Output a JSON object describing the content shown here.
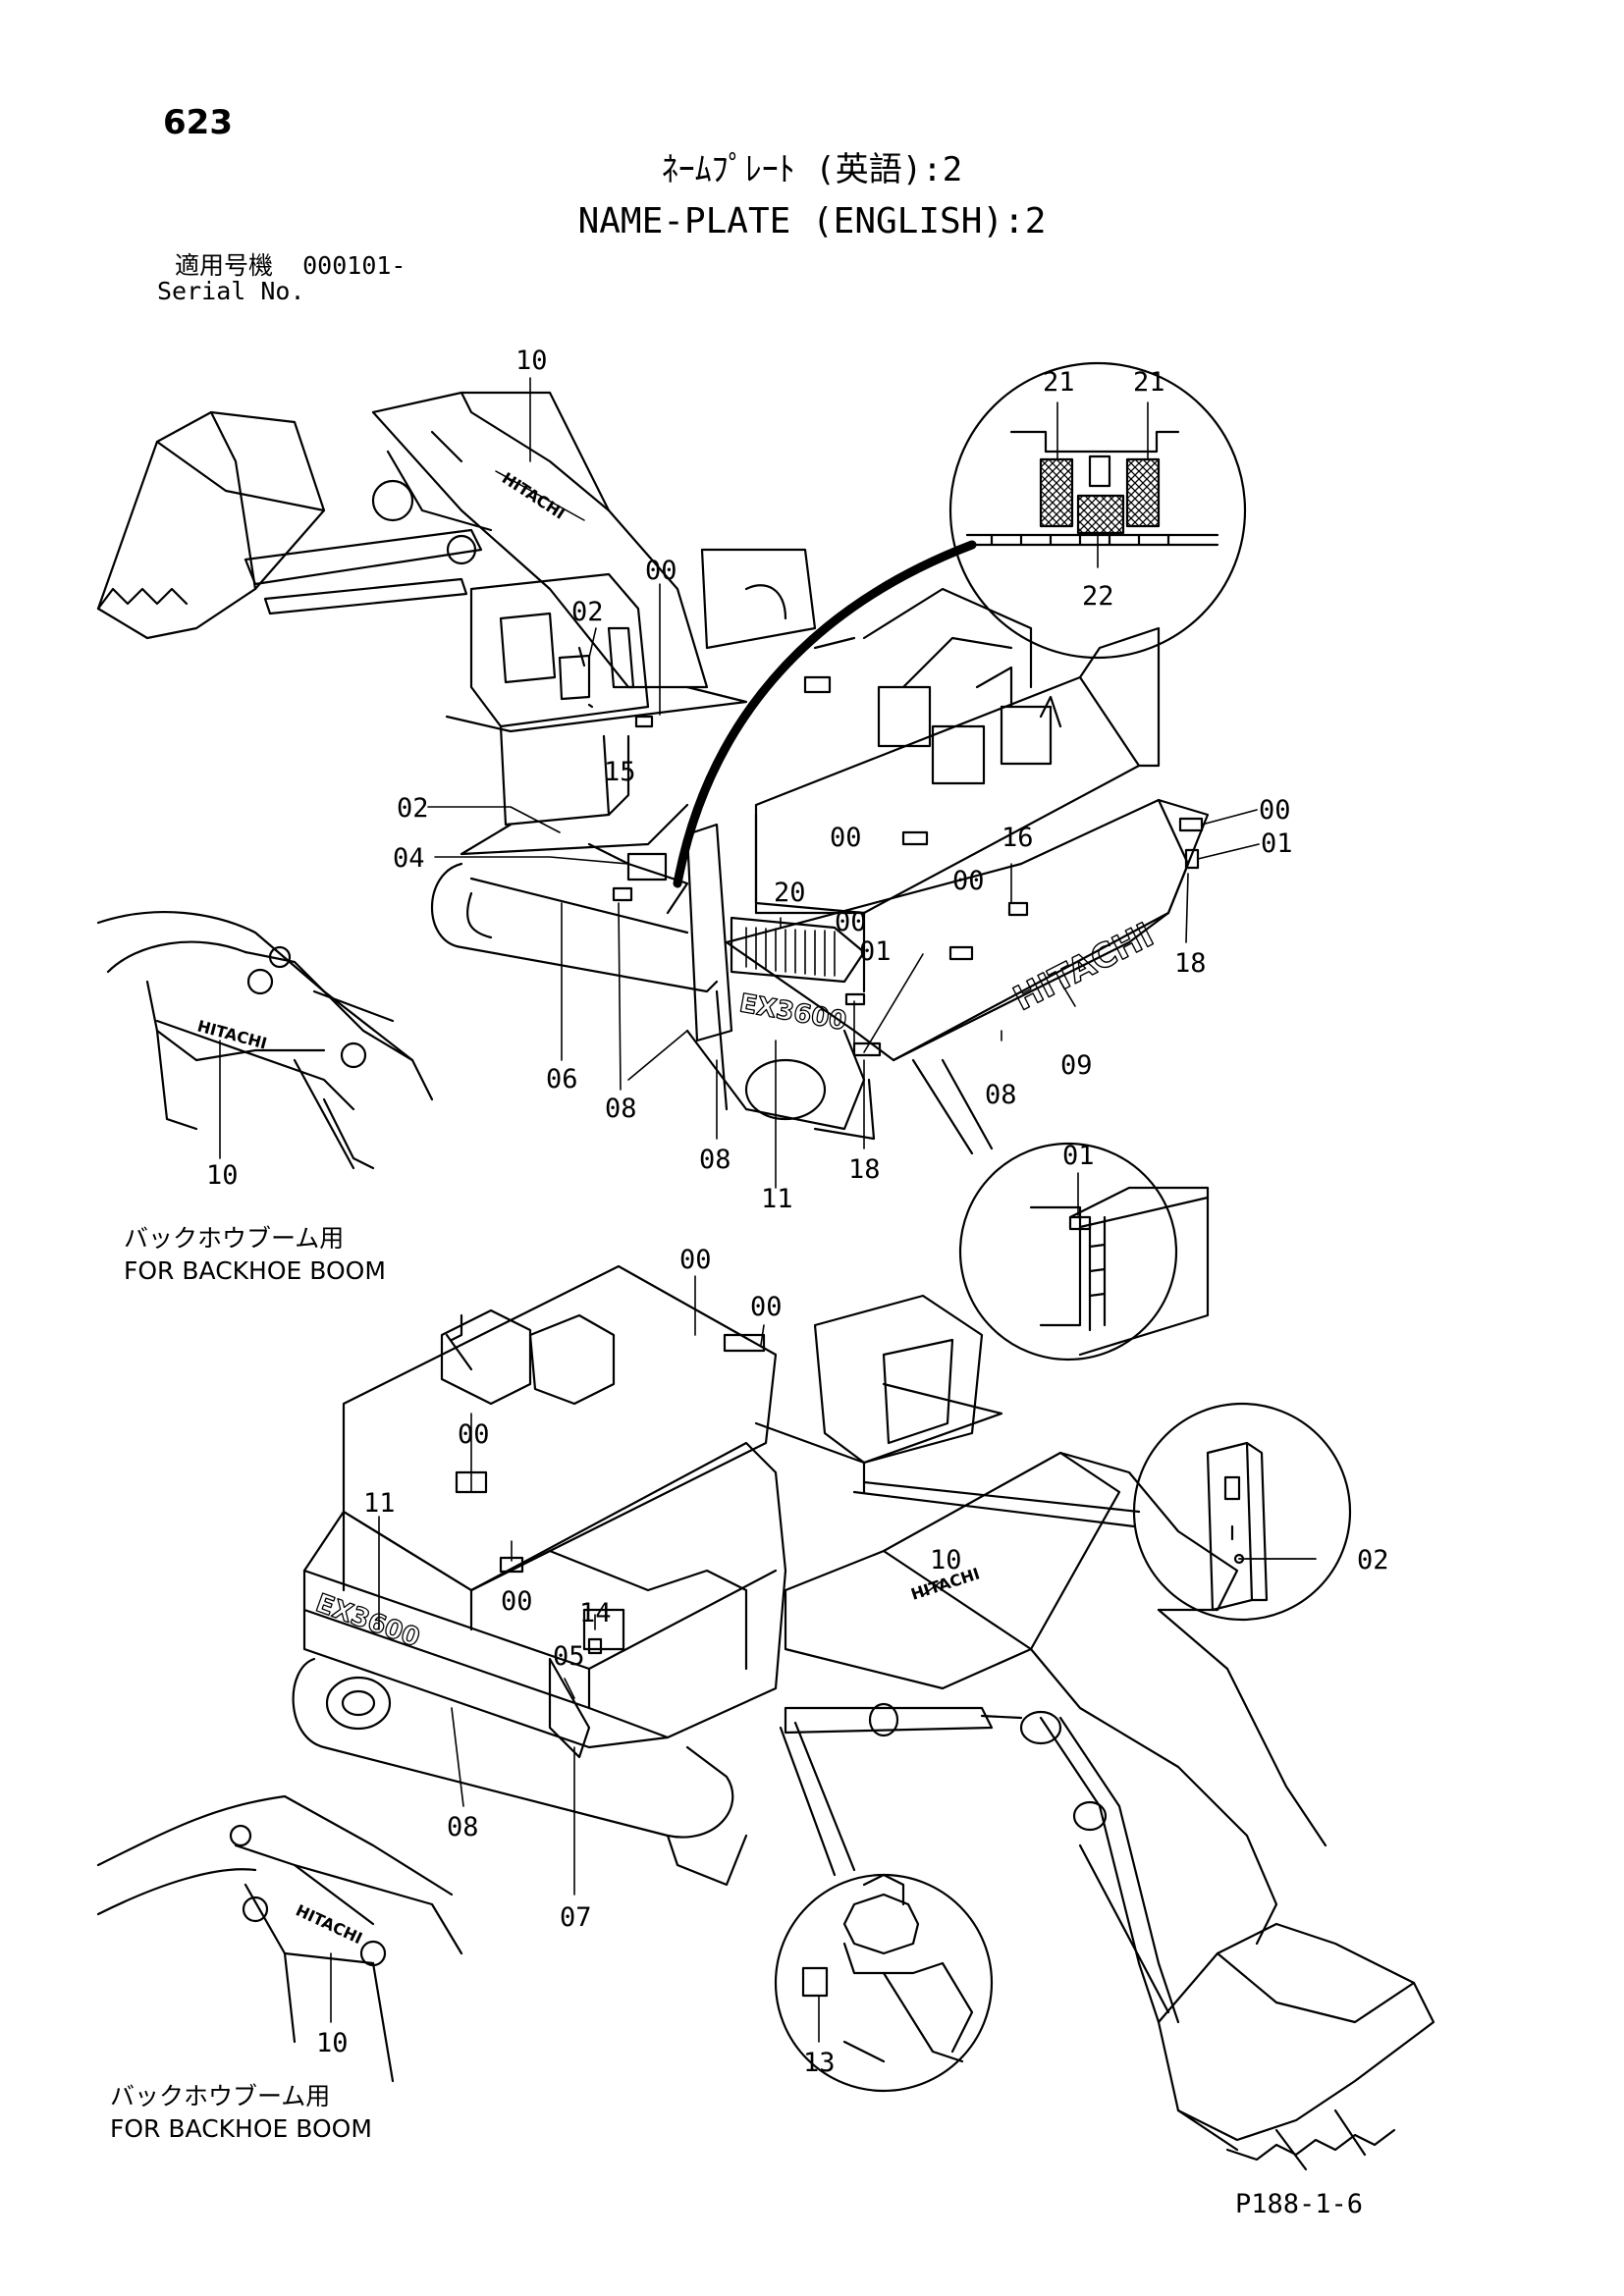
{
  "header": {
    "page_number": "623",
    "title_jp": "ﾈｰﾑﾌﾟﾚｰﾄ (英語):2",
    "title_en": "NAME-PLATE (ENGLISH):2",
    "serial_label_jp": "適用号機",
    "serial_value": "000101-",
    "serial_label_en": "Serial No."
  },
  "captions": {
    "backhoe_1_jp": "バックホウブーム用",
    "backhoe_1_en": "FOR BACKHOE BOOM",
    "backhoe_2_jp": "バックホウブーム用",
    "backhoe_2_en": "FOR BACKHOE BOOM"
  },
  "brand": {
    "decal_text": "HITACHI",
    "model_text": "EX3600"
  },
  "callouts": {
    "c_10_top": "10",
    "c_21_left": "21",
    "c_21_right": "21",
    "c_22": "22",
    "c_00_cab": "00",
    "c_02_cab": "02",
    "c_02_left": "02",
    "c_15": "15",
    "c_04": "04",
    "c_06": "06",
    "c_08_a": "08",
    "c_08_b": "08",
    "c_08_c": "08",
    "c_20": "20",
    "c_00_deck": "00",
    "c_00_mid1": "00",
    "c_00_mid2": "00",
    "c_01_mid": "01",
    "c_16": "16",
    "c_00_right": "00",
    "c_01_right": "01",
    "c_18_right": "18",
    "c_09": "09",
    "c_18_bottom": "18",
    "c_11_top": "11",
    "c_10_left": "10",
    "c_01_detail": "01",
    "c_00_b1": "00",
    "c_00_b2": "00",
    "c_00_b3": "00",
    "c_00_b4": "00",
    "c_11_b": "11",
    "c_14": "14",
    "c_05": "05",
    "c_07": "07",
    "c_08_d": "08",
    "c_10_b": "10",
    "c_02_detail": "02",
    "c_10_left_b": "10",
    "c_13": "13"
  },
  "footer": {
    "ref_code": "P188-1-6"
  }
}
